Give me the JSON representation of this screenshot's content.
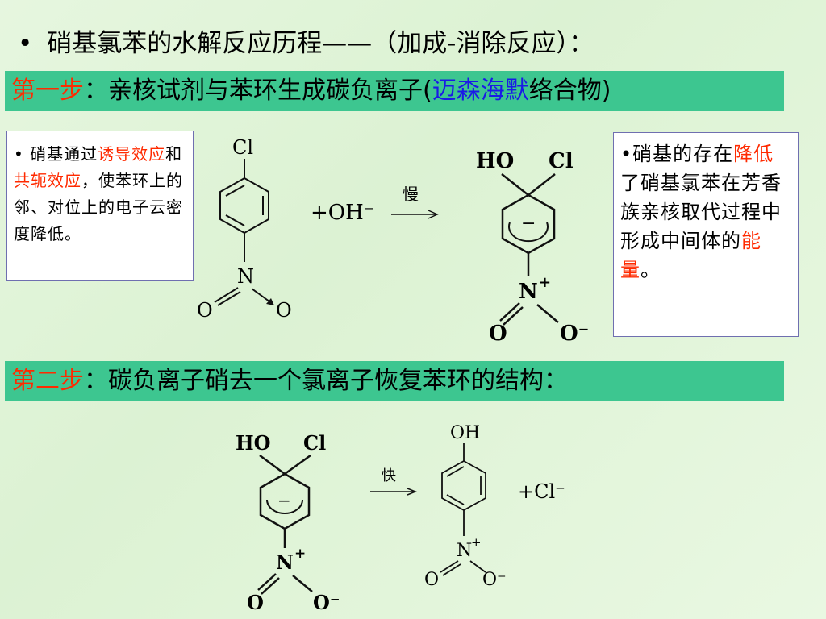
{
  "title": {
    "bullet": "•",
    "text": "硝基氯苯的水解反应历程——（加成-消除反应）："
  },
  "step1": {
    "label": "第一步",
    "colon": "：",
    "text": "亲核试剂与苯环生成碳负离子",
    "paren_open": "(",
    "complex_name": "迈森海默",
    "complex_suffix": "络合物",
    "paren_close": ")"
  },
  "step2": {
    "label": "第二步",
    "colon": "：",
    "text": "碳负离子硝去一个氯离子恢复苯环的结构："
  },
  "note_left": {
    "bullet": "•",
    "t1": "硝基通过",
    "r1": "诱导效应",
    "t2": "和",
    "r2": "共轭效应",
    "t3": "，使苯环上的邻、对位上的电子云密度降低。"
  },
  "note_right": {
    "bullet": "•",
    "t1": "硝基的存在",
    "r1": "降低",
    "t2": "了硝基氯苯在芳香族亲核取代过程中形成中间体的",
    "r2": "能量",
    "t3": "。"
  },
  "reaction1": {
    "reactant_cl": "Cl",
    "reactant_n": "N",
    "reactant_o1": "O",
    "reactant_o2": "O",
    "reagent": "+OH⁻",
    "arrow_label": "慢",
    "product_ho": "HO",
    "product_cl": "Cl",
    "product_n": "N",
    "product_n_charge": "+",
    "product_o1": "O",
    "product_o2": "O⁻",
    "ring_charge": "−"
  },
  "reaction2": {
    "reactant_ho": "HO",
    "reactant_cl": "Cl",
    "reactant_n": "N",
    "reactant_n_charge": "+",
    "reactant_o1": "O",
    "reactant_o2": "O⁻",
    "ring_charge": "−",
    "arrow_label": "快",
    "product_oh": "OH",
    "product_n": "N",
    "product_n_charge": "+",
    "product_o1": "O",
    "product_o2": "O⁻",
    "byproduct": "+Cl⁻"
  }
}
